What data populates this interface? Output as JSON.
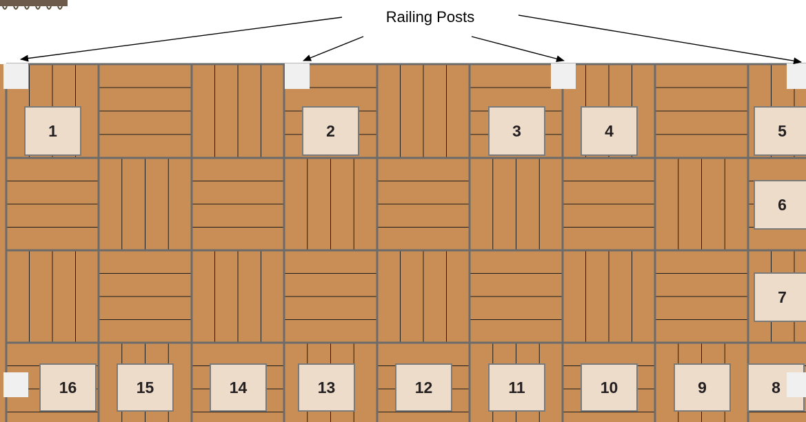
{
  "title": "Railing Posts",
  "tile_numbers": [
    "1",
    "2",
    "3",
    "4",
    "5",
    "6",
    "7",
    "8",
    "9",
    "10",
    "11",
    "12",
    "13",
    "14",
    "15",
    "16"
  ],
  "colors": {
    "wood": "#c98e55",
    "grid": "#6b6b6b",
    "board_line": "#1a1a1a",
    "label_box": "#eedccb",
    "label_border": "#7a7a7a",
    "post": "#f0f0f0",
    "arrow": "#000000"
  },
  "board_patterns": [
    [
      "vertical",
      "horizontal",
      "vertical",
      "horizontal",
      "vertical",
      "horizontal",
      "vertical",
      "horizontal",
      "vertical"
    ],
    [
      "horizontal",
      "vertical",
      "horizontal",
      "vertical",
      "horizontal",
      "vertical",
      "horizontal",
      "vertical",
      "horizontal"
    ],
    [
      "vertical",
      "horizontal",
      "vertical",
      "horizontal",
      "vertical",
      "horizontal",
      "vertical",
      "horizontal",
      "vertical"
    ],
    [
      "horizontal",
      "vertical",
      "horizontal",
      "vertical",
      "horizontal",
      "vertical",
      "horizontal",
      "vertical",
      "horizontal"
    ]
  ],
  "icons": [
    "chain-icon"
  ]
}
